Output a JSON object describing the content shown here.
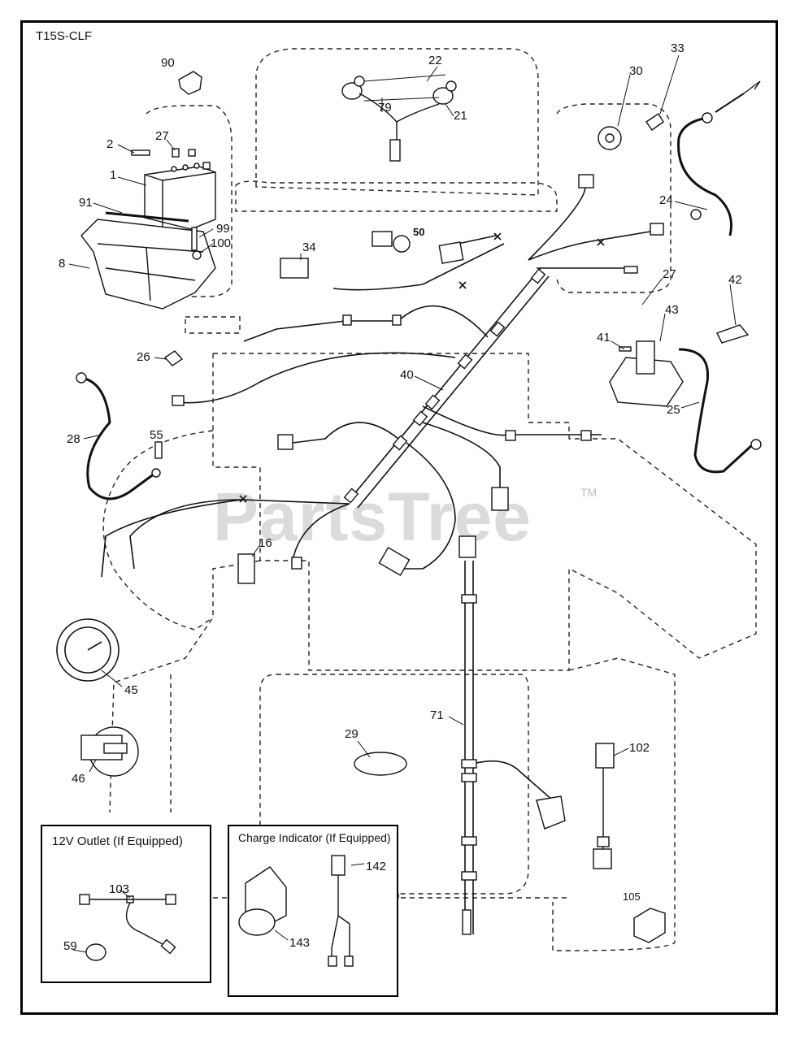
{
  "diagram": {
    "model_code": "T15S-CLF",
    "watermark": "PartsTree",
    "watermark_tm": "TM",
    "insets": [
      {
        "id": "12v-outlet",
        "title": "12V Outlet (If Equipped)"
      },
      {
        "id": "charge-indicator",
        "title": "Charge Indicator (If Equipped)"
      }
    ],
    "callouts": [
      "90",
      "27",
      "2",
      "1",
      "91",
      "99",
      "100",
      "8",
      "22",
      "79",
      "21",
      "30",
      "33",
      "24",
      "34",
      "50",
      "27",
      "42",
      "43",
      "41",
      "26",
      "40",
      "25",
      "28",
      "55",
      "16",
      "45",
      "46",
      "71",
      "29",
      "102",
      "103",
      "59",
      "142",
      "143",
      "105"
    ]
  }
}
